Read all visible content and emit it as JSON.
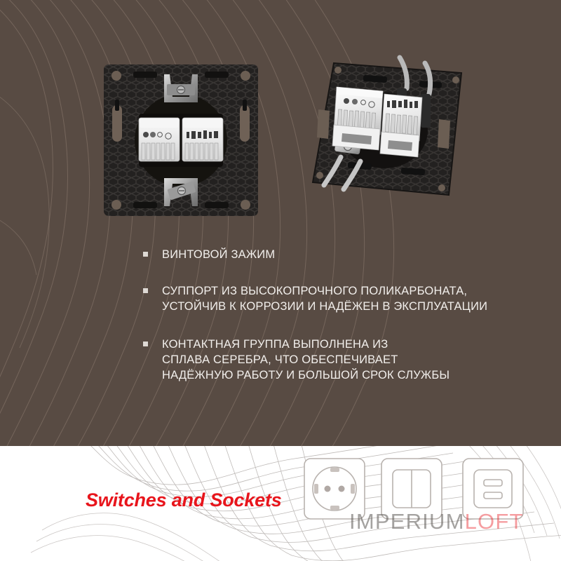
{
  "page": {
    "background_brown": "#584b43",
    "background_white": "#ffffff",
    "accent_red": "#e8151c"
  },
  "products": [
    {
      "name": "double-rj45-socket-mechanism-front",
      "description": "Двойная розетка RJ45, вид спереди, чёрный суппорт с сотовой структурой",
      "view": "front"
    },
    {
      "name": "double-rj45-socket-mechanism-angled",
      "description": "Двойная розетка RJ45, вид под углом, с винтовыми зажимами",
      "view": "angled"
    }
  ],
  "features": {
    "bullet_glyph": "square",
    "items": [
      {
        "lines": [
          "ВИНТОВОЙ ЗАЖИМ"
        ]
      },
      {
        "lines": [
          "СУППОРТ ИЗ ВЫСОКОПРОЧНОГО ПОЛИКАРБОНАТА,",
          "УСТОЙЧИВ К КОРРОЗИИ И НАДЁЖЕН В ЭКСПЛУАТАЦИИ"
        ]
      },
      {
        "lines": [
          "КОНТАКТНАЯ ГРУППА ВЫПОЛНЕНА ИЗ",
          "СПЛАВА СЕРЕБРА, ЧТО ОБЕСПЕЧИВАЕТ",
          "НАДЁЖНУЮ РАБОТУ И БОЛЬШОЙ СРОК СЛУЖБЫ"
        ]
      }
    ]
  },
  "footer": {
    "tagline": "Switches and Sockets",
    "brand": {
      "primary": "IMPERIUM",
      "secondary": "LOFT"
    },
    "icons": [
      {
        "name": "schuko-socket-icon",
        "label": "Розетка Schuko"
      },
      {
        "name": "double-rocker-switch-icon",
        "label": "Двухклавишный выключатель"
      },
      {
        "name": "double-data-socket-icon",
        "label": "Двойная информационная розетка"
      }
    ]
  }
}
